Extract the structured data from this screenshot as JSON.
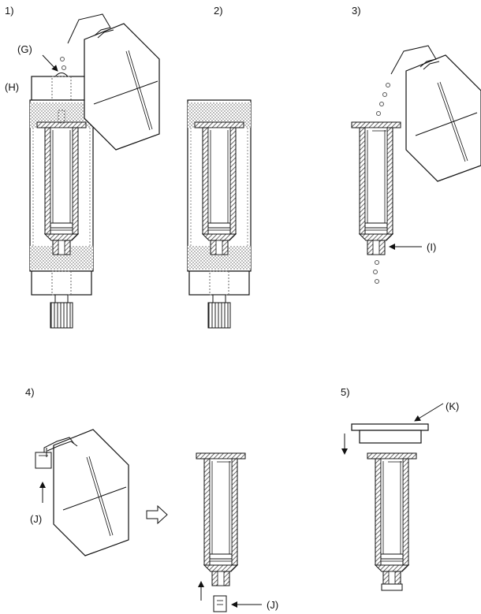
{
  "steps": [
    "1)",
    "2)",
    "3)",
    "4)",
    "5)"
  ],
  "labels": {
    "G": "(G)",
    "H": "(H)",
    "I": "(I)",
    "J_bottle": "(J)",
    "J_cup": "(J)",
    "K": "(K)"
  },
  "colors": {
    "line": "#111111",
    "hatch": "#555555",
    "dots": "#666666"
  }
}
